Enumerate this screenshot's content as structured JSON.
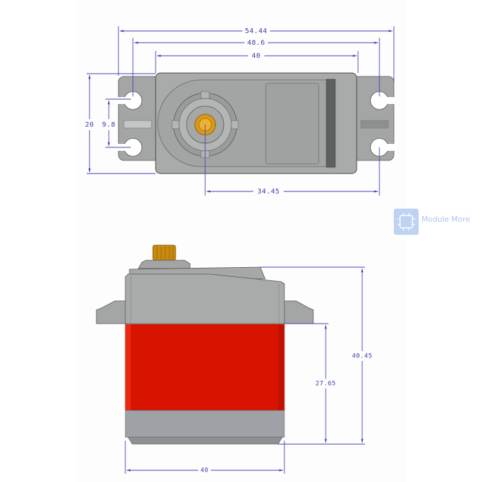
{
  "top_view": {
    "dimensions": {
      "overall_width": "54.44",
      "hole_spacing_width": "48.6",
      "body_width": "40",
      "height": "20",
      "hole_spacing_height": "9.8",
      "shaft_to_hole": "34.45"
    }
  },
  "side_view": {
    "dimensions": {
      "overall_height": "40.45",
      "flange_to_bottom": "27.65",
      "body_width": "40"
    }
  },
  "watermark": {
    "brand": "Module More"
  },
  "colors": {
    "dimension_lines": "#3b3fae",
    "housing": "#a7a9a9",
    "case_band": "#d81400",
    "gear": "#e0a020",
    "bottom_cover": "#9ea2a6"
  }
}
